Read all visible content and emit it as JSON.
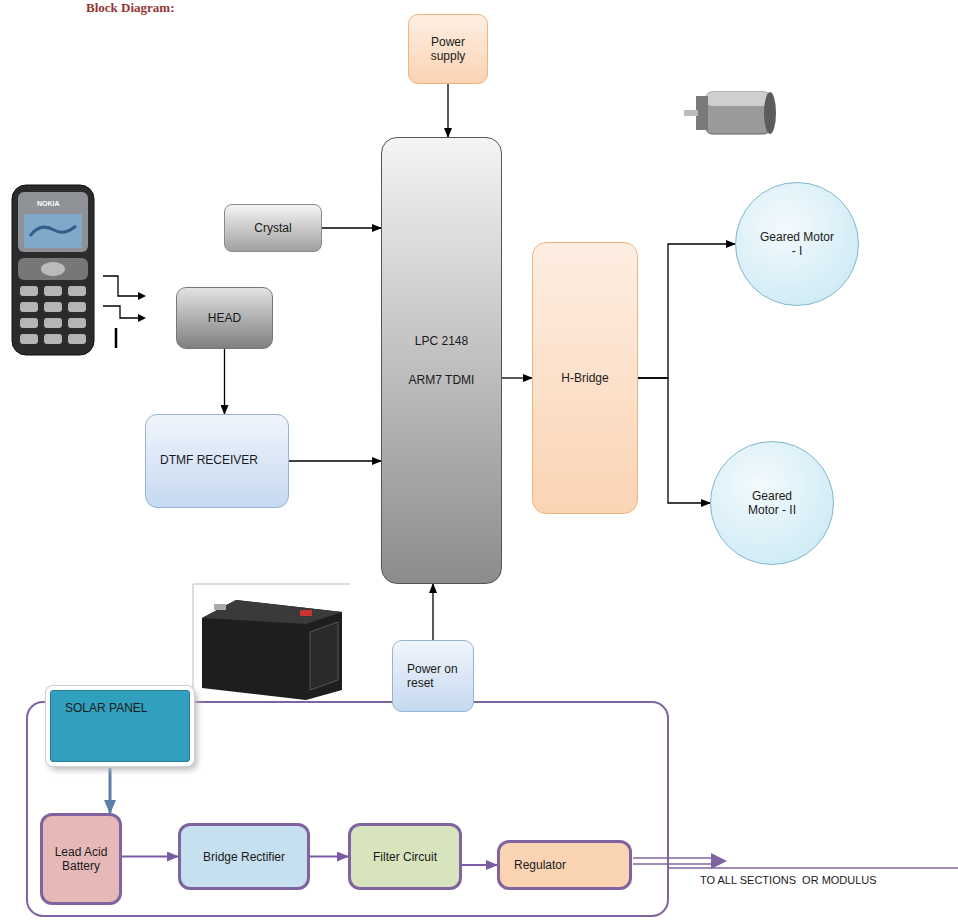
{
  "diagram": {
    "title": "Block Diagram:",
    "nodes": [
      {
        "text": [
          "Power supply"
        ]
      },
      {
        "text": [
          "Crystal"
        ]
      },
      {
        "text": [
          "HEAD"
        ]
      },
      {
        "text": [
          "DTMF RECEIVER"
        ]
      },
      {
        "text": [
          "LPC 2148 ARM7 TDMI"
        ]
      },
      {
        "text": [
          "H-Bridge"
        ]
      },
      {
        "text": [
          "Geared Motor - I"
        ]
      },
      {
        "text": [
          "Geared Motor - II"
        ]
      },
      {
        "text": [
          "Power on reset"
        ]
      },
      {
        "text": [
          "SOLAR PANEL"
        ]
      },
      {
        "text": [
          "Lead Acid Battery"
        ]
      },
      {
        "text": [
          "Bridge Rectifier"
        ]
      },
      {
        "text": [
          "Filter Circuit"
        ]
      },
      {
        "text": [
          "Regulator"
        ]
      }
    ],
    "edges": [
      {
        "from": 0,
        "to": 4,
        "arrow": "to"
      },
      {
        "from": 1,
        "to": 4,
        "arrow": "to"
      },
      {
        "from": 2,
        "to": 3,
        "arrow": "to"
      },
      {
        "from": 3,
        "to": 4,
        "arrow": "to"
      },
      {
        "from": 8,
        "to": 4,
        "arrow": "to"
      },
      {
        "from": 4,
        "to": 5,
        "arrow": "to"
      },
      {
        "from": 5,
        "to": 6,
        "arrow": "to"
      },
      {
        "from": 5,
        "to": 7,
        "arrow": "to"
      },
      {
        "from": 9,
        "to": 10,
        "arrow": "to"
      },
      {
        "from": 10,
        "to": 11,
        "arrow": "to"
      },
      {
        "from": 11,
        "to": 12,
        "arrow": "to"
      },
      {
        "from": 12,
        "to": 13,
        "arrow": "to"
      }
    ],
    "labels": [
      "TO ALL SECTIONS  OR MODULUS",
      "NOKIA"
    ]
  }
}
